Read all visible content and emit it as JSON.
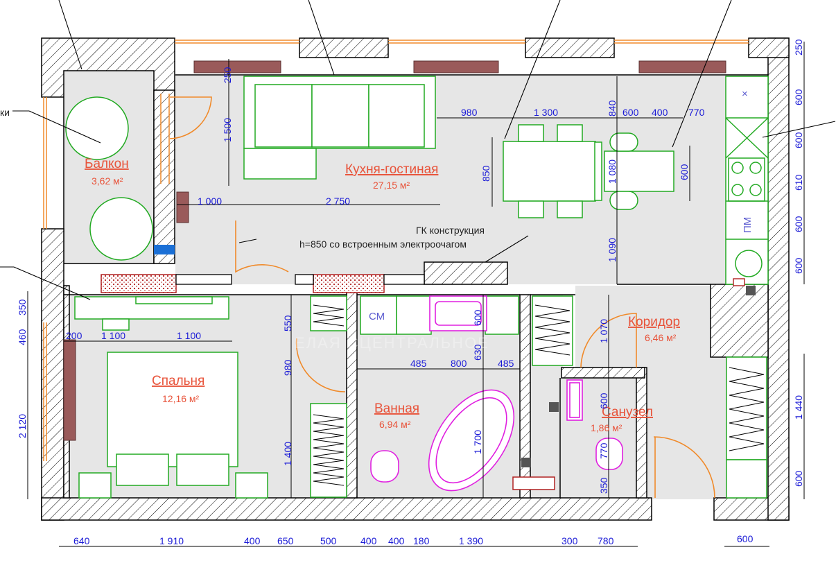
{
  "rooms": {
    "balcony": {
      "name": "Балкон",
      "area": "3,62 м²"
    },
    "kitchen": {
      "name": "Кухня-гостиная",
      "area": "27,15 м²"
    },
    "corridor": {
      "name": "Коридор",
      "area": "6,46 м²"
    },
    "bedroom": {
      "name": "Спальня",
      "area": "12,16 м²"
    },
    "bathroom": {
      "name": "Ванная",
      "area": "6,94 м²"
    },
    "wc": {
      "name": "Санузел",
      "area": "1,86 м²"
    }
  },
  "notes": {
    "gk_line1": "ГК конструкция",
    "gk_line2": "h=850 со встроенным электроочагом",
    "left_cut": "ки"
  },
  "labels": {
    "washer": "СМ",
    "dishwasher": "ПМ",
    "x_mark": "×"
  },
  "dims": {
    "d250a": "250",
    "d1500": "1 500",
    "d980": "980",
    "d1300": "1 300",
    "d840": "840",
    "d600a": "600",
    "d400a": "400",
    "d770a": "770",
    "d850": "850",
    "d1080": "1 080",
    "d600b": "600",
    "d1000": "1 000",
    "d2750": "2 750",
    "d1090": "1 090",
    "r250": "250",
    "r600a": "600",
    "r600b": "600",
    "r610": "610",
    "r600c": "600",
    "r600d": "600",
    "l350": "350",
    "l460": "460",
    "l2120": "2 120",
    "b200": "200",
    "b1100a": "1 100",
    "b1100b": "1 100",
    "c550": "550",
    "c980": "980",
    "c1400": "1 400",
    "w600": "600",
    "w630": "630",
    "w485a": "485",
    "w800": "800",
    "w485b": "485",
    "w1700": "1 700",
    "k1070": "1 070",
    "s600": "600",
    "s770": "770",
    "s350": "350",
    "rr1440": "1 440",
    "rr600": "600",
    "bot640": "640",
    "bot1910": "1 910",
    "bot400a": "400",
    "bot650": "650",
    "bot500": "500",
    "bot400b": "400",
    "bot400c": "400",
    "bot180": "180",
    "bot1390": "1 390",
    "bot300": "300",
    "bot780": "780",
    "bot600": "600"
  },
  "watermark": "ЕЛАЯ СЦЕНТРАЛЬНОЕ",
  "colors": {
    "wall": "#000000",
    "floor": "#e6e6e6",
    "furniture": "#22aa22",
    "door": "#f08a2a",
    "plumbing": "#e020e0",
    "dimension": "#1a1ad6",
    "room_label": "#e8533a",
    "radiator": "#9a5a5a",
    "brick": "#b02020"
  }
}
